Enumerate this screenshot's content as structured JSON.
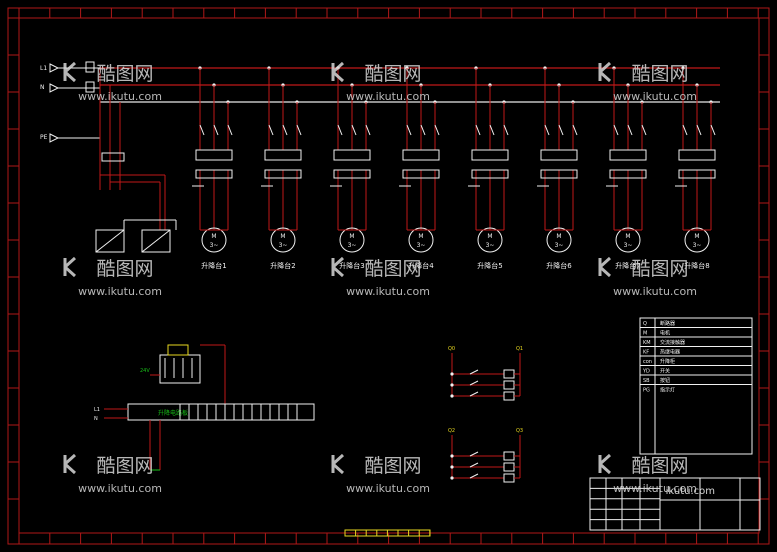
{
  "colors": {
    "background": "#000000",
    "border": "#b01818",
    "wire_red": "#c01818",
    "wire_white": "#e8e8e8",
    "wire_green": "#18c018",
    "label_yellow": "#e8d820",
    "label_cyan": "#30d8d8",
    "label_white": "#f0f0f0",
    "watermark": "#d8d8d8"
  },
  "supply": {
    "phase_label": "L1",
    "neutral_label": "N",
    "pe_label": "PE"
  },
  "motors": {
    "symbol_top": "M",
    "symbol_bottom": "3~",
    "labels": [
      "升降台1",
      "升降台2",
      "升降台3",
      "升降台4",
      "升降台5",
      "升降台6",
      "升降台7",
      "升降台8"
    ]
  },
  "plc": {
    "module_label": "升降电路板",
    "power_label": "24V",
    "in_labels": [
      "L1",
      "N"
    ]
  },
  "relay_groups": [
    {
      "left_label": "Q0",
      "right_label": "Q1"
    },
    {
      "left_label": "Q2",
      "right_label": "Q3"
    }
  ],
  "legend_rows": [
    {
      "code": "Q",
      "desc": "断路器"
    },
    {
      "code": "M",
      "desc": "电机"
    },
    {
      "code": "KM",
      "desc": "交流接触器"
    },
    {
      "code": "KF",
      "desc": "热继电器"
    },
    {
      "code": "con",
      "desc": "升降柜"
    },
    {
      "code": "YD",
      "desc": "开关"
    },
    {
      "code": "SB",
      "desc": "按钮"
    },
    {
      "code": "PG",
      "desc": "指示灯"
    }
  ],
  "watermark": {
    "brand": "酷图网",
    "url": "www.ikutu.com",
    "corner_url": "ikutu.com"
  }
}
